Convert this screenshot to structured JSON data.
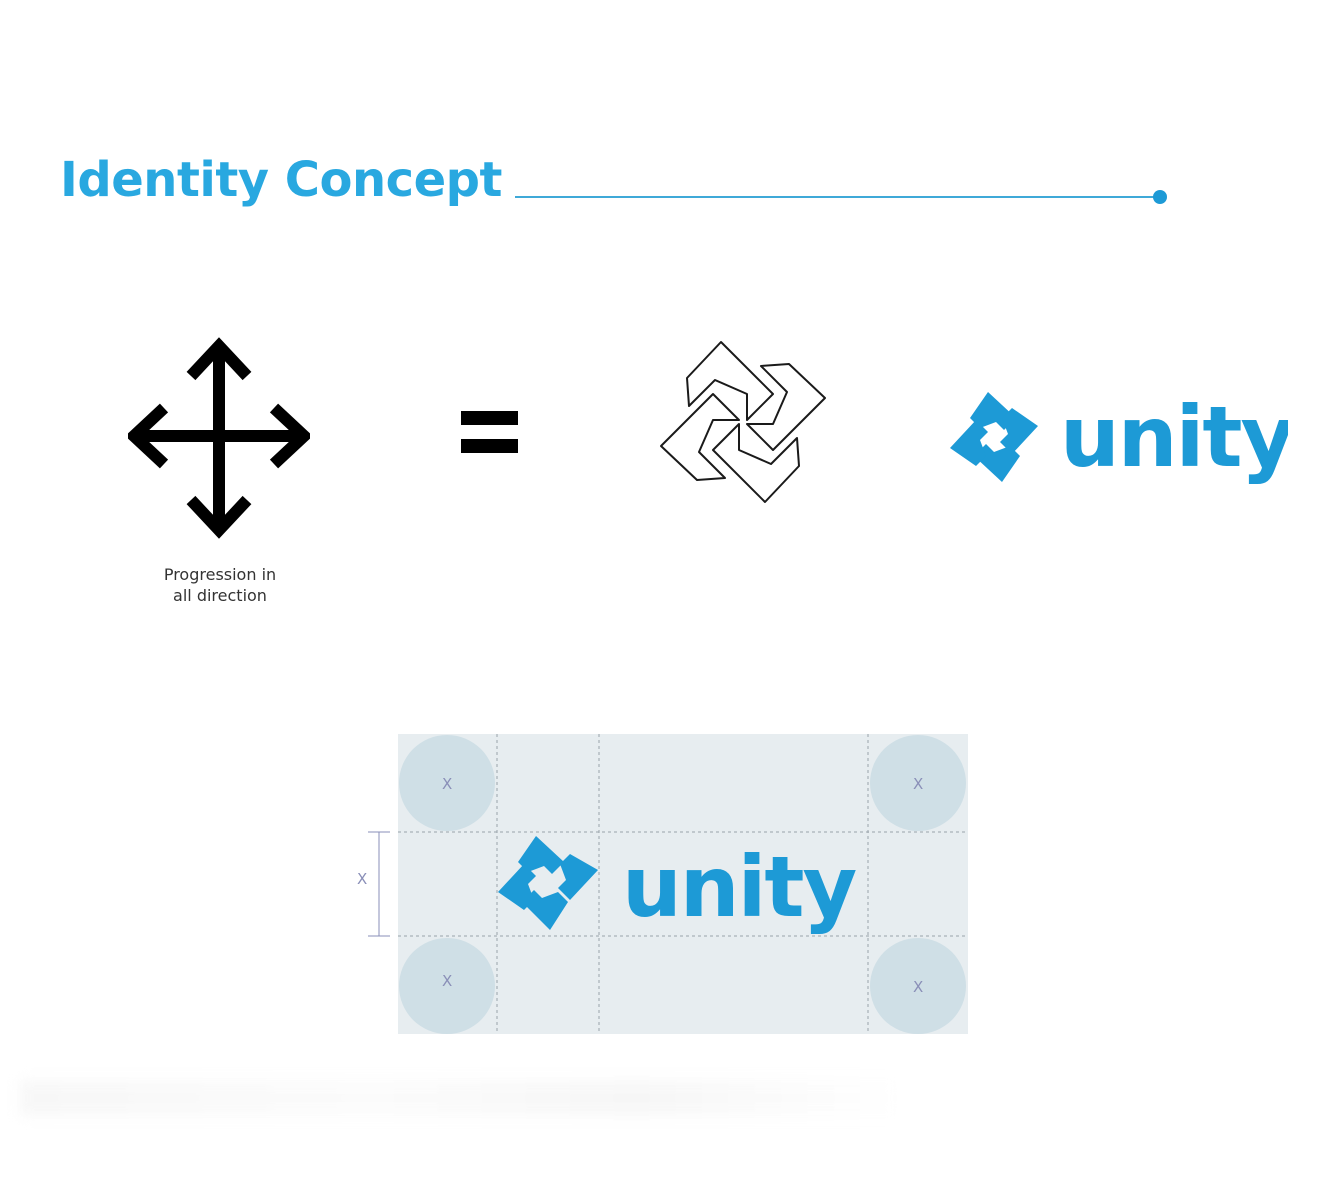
{
  "header": {
    "title": "Identity Concept"
  },
  "concept": {
    "arrows_icon": "four-direction-arrows-icon",
    "caption_line1": "Progression in",
    "caption_line2": "all direction",
    "equals_icon": "equals-icon",
    "outline_mark_icon": "unity-outline-mark-icon"
  },
  "logo": {
    "wordmark": "unity",
    "mark_icon": "unity-cube-mark-icon"
  },
  "clearspace": {
    "unit_label": "X",
    "corner_labels": [
      "X",
      "X",
      "X",
      "X"
    ],
    "wordmark": "unity"
  },
  "colors": {
    "brand_blue": "#1d9ad6",
    "title_blue": "#29a8e0",
    "grid_bg": "#e7edf0",
    "clearspace_circle": "#cfdfe6"
  }
}
